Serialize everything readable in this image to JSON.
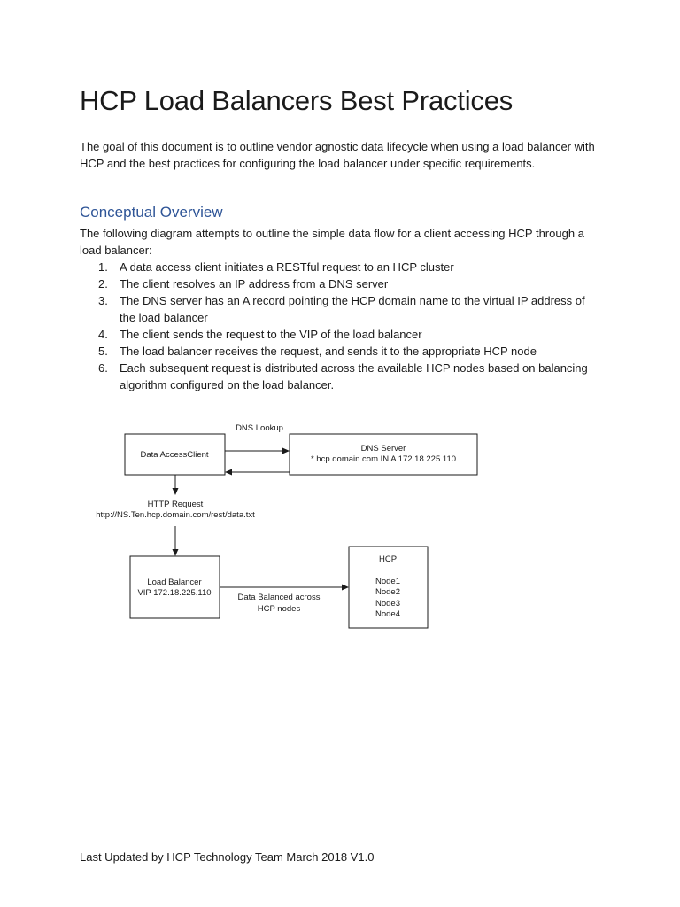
{
  "document": {
    "title": "HCP Load Balancers Best Practices",
    "intro": "The goal of this document is to outline vendor agnostic data lifecycle when using a load balancer with HCP and the best practices for configuring the load balancer under specific requirements.",
    "section": {
      "heading": "Conceptual Overview",
      "intro": "The following diagram attempts to outline the simple data flow for a client accessing HCP through a load balancer:",
      "steps": [
        {
          "num": "1.",
          "text": "A data access client initiates a RESTful request to an HCP cluster"
        },
        {
          "num": "2.",
          "text": "The client resolves an IP address from a DNS server"
        },
        {
          "num": "3.",
          "text": "The DNS server has an A record pointing the HCP domain name to the virtual IP address of the load balancer"
        },
        {
          "num": "4.",
          "text": "The client sends the request to the VIP of the load balancer"
        },
        {
          "num": "5.",
          "text": "The load balancer receives the request, and sends it to the appropriate HCP node"
        },
        {
          "num": "6.",
          "text": "Each subsequent request is distributed across the available HCP nodes based on balancing algorithm configured on the load balancer."
        }
      ]
    },
    "footer": "Last Updated by HCP Technology Team March 2018 V1.0"
  },
  "diagram": {
    "client_label": "Data AccessClient",
    "dns_lookup_label": "DNS Lookup",
    "dns_server_title": "DNS Server",
    "dns_server_record": "*.hcp.domain.com IN A 172.18.225.110",
    "http_request_label": "HTTP Request",
    "http_request_url": "http://NS.Ten.hcp.domain.com/rest/data.txt",
    "load_balancer_title": "Load Balancer",
    "load_balancer_vip": "VIP 172.18.225.110",
    "balanced_label_line1": "Data Balanced across",
    "balanced_label_line2": "HCP nodes",
    "hcp_title": "HCP",
    "hcp_nodes": [
      "Node1",
      "Node2",
      "Node3",
      "Node4"
    ]
  }
}
